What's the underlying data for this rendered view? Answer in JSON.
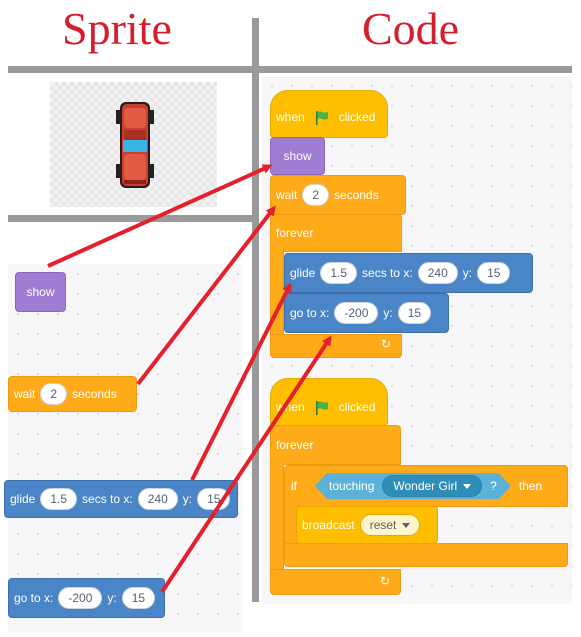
{
  "headings": {
    "sprite": "Sprite",
    "code": "Code"
  },
  "colors": {
    "heading": "#d41e2e",
    "arrow": "#e4202a",
    "events": "#ffbf00",
    "looks": "#9966ff",
    "control": "#ffab19",
    "motion": "#4c97ff",
    "sensing": "#5cb1d6"
  },
  "sprite_panel": {
    "show": "show",
    "wait": {
      "label": "wait",
      "value": "2",
      "unit": "seconds"
    },
    "glide": {
      "label": "glide",
      "secs": "1.5",
      "secs_to": "secs to x:",
      "x": "240",
      "y_label": "y:",
      "y": "15"
    },
    "goto": {
      "label": "go to x:",
      "x": "-200",
      "y_label": "y:",
      "y": "15"
    }
  },
  "code_panel": {
    "script1": {
      "when": "when",
      "clicked": "clicked",
      "show": "show",
      "wait": {
        "label": "wait",
        "value": "2",
        "unit": "seconds"
      },
      "forever": "forever",
      "glide": {
        "label": "glide",
        "secs": "1.5",
        "secs_to": "secs to x:",
        "x": "240",
        "y_label": "y:",
        "y": "15"
      },
      "goto": {
        "label": "go to x:",
        "x": "-200",
        "y_label": "y:",
        "y": "15"
      }
    },
    "script2": {
      "when": "when",
      "clicked": "clicked",
      "forever": "forever",
      "if": "if",
      "touching": "touching",
      "target": "Wonder Girl",
      "q": "?",
      "then": "then",
      "broadcast": "broadcast",
      "message": "reset"
    }
  }
}
